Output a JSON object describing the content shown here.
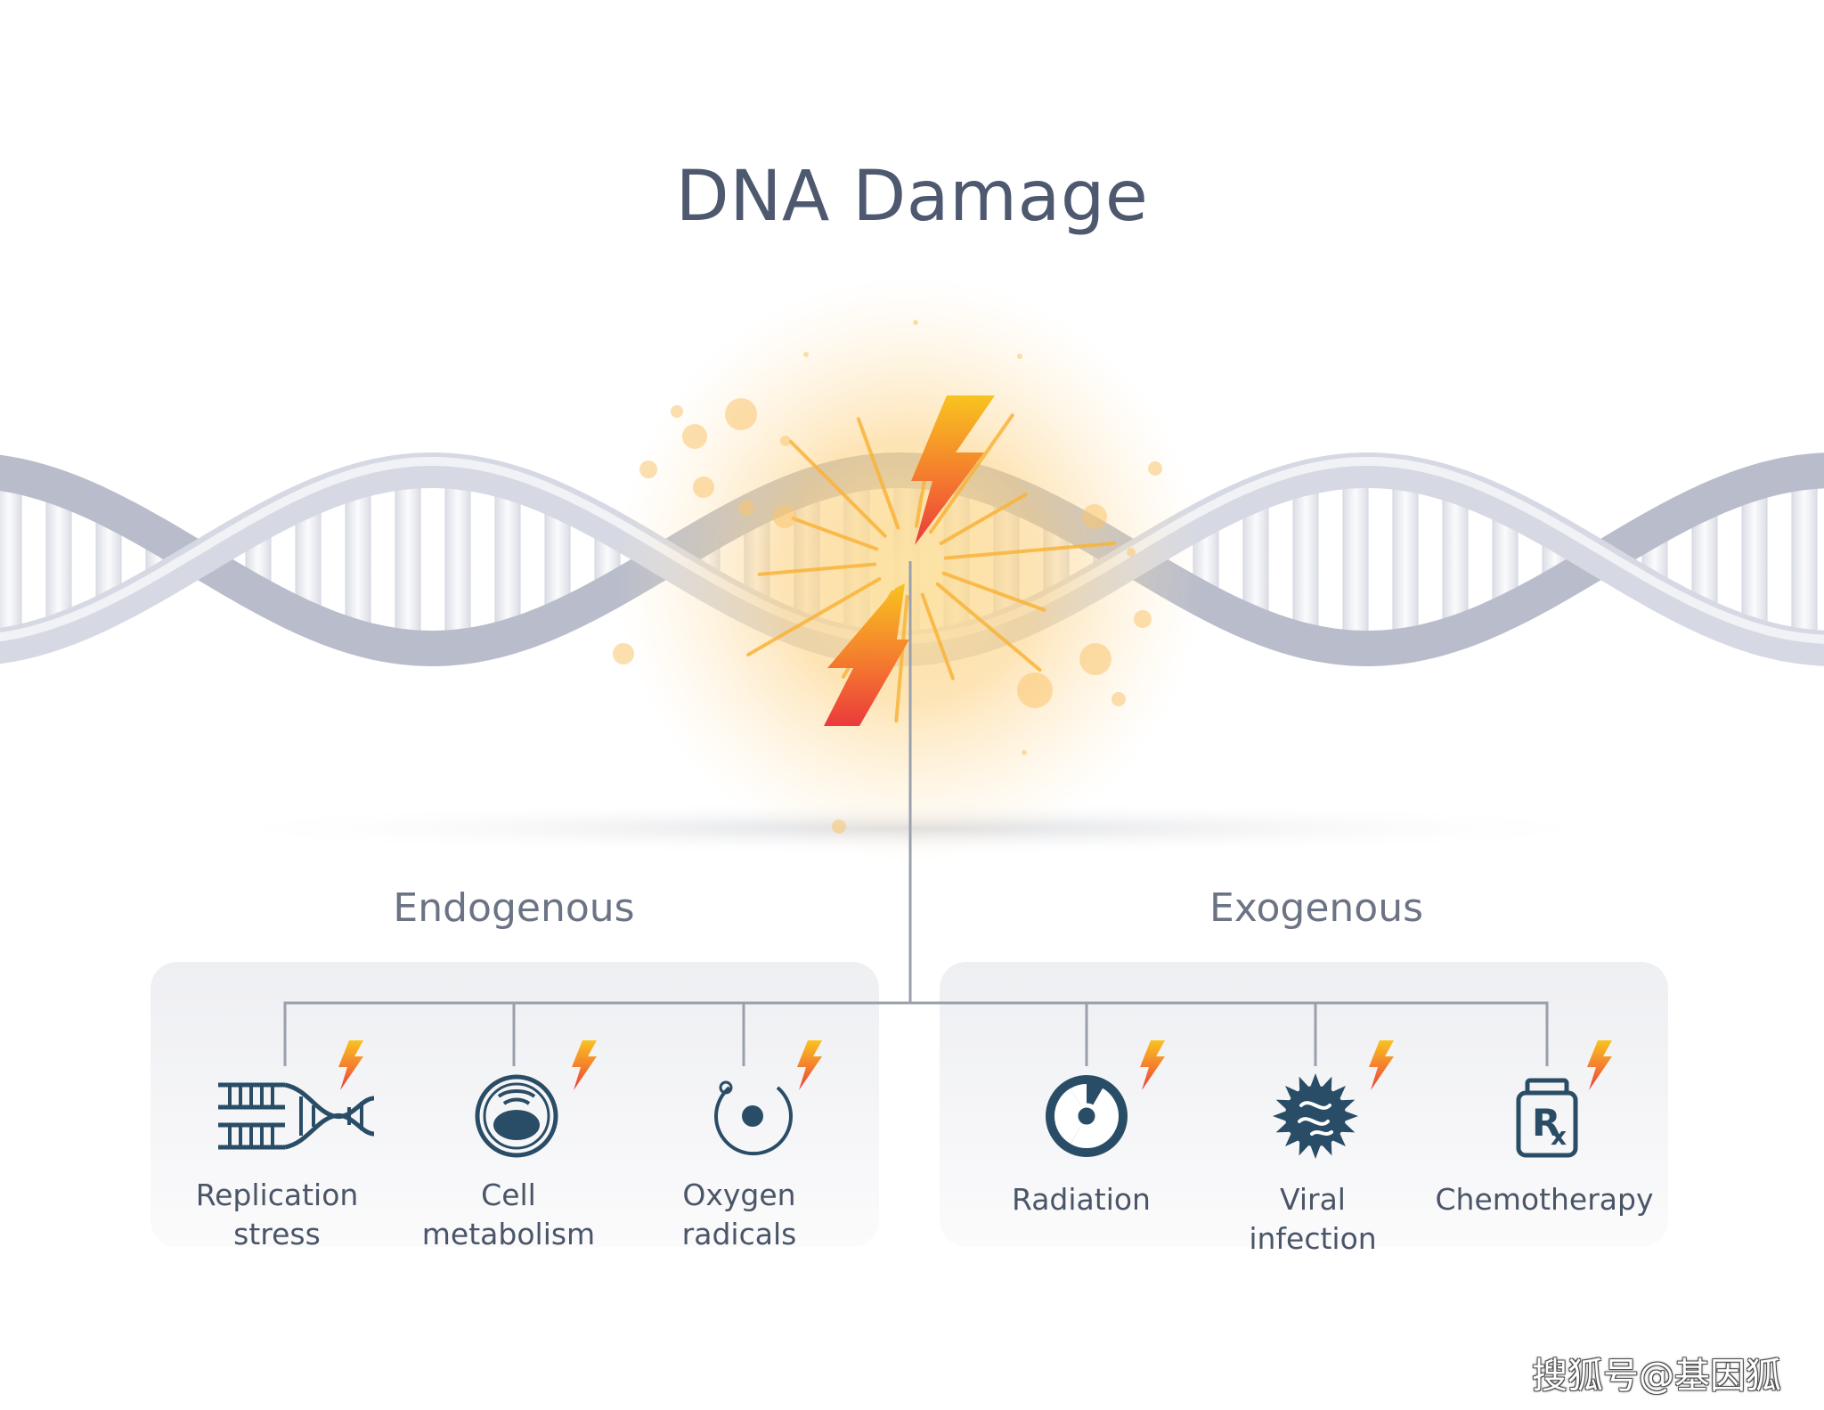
{
  "title": "DNA Damage",
  "groups": [
    {
      "heading": "Endogenous",
      "items": [
        {
          "lines": [
            "Replication",
            "stress"
          ],
          "icon": "dna-replication-icon"
        },
        {
          "lines": [
            "Cell",
            "metabolism"
          ],
          "icon": "cell-icon"
        },
        {
          "lines": [
            "Oxygen",
            "radicals"
          ],
          "icon": "oxygen-radical-icon"
        }
      ]
    },
    {
      "heading": "Exogenous",
      "items": [
        {
          "lines": [
            "Radiation"
          ],
          "icon": "radiation-icon"
        },
        {
          "lines": [
            "Viral",
            "infection"
          ],
          "icon": "virus-icon"
        },
        {
          "lines": [
            "Chemotherapy"
          ],
          "icon": "prescription-bottle-icon"
        }
      ]
    }
  ],
  "watermark": "搜狐号@基因狐",
  "colors": {
    "helix": "#c9ccd8",
    "rung": "#f2f3f7",
    "icon": "#2a4d67",
    "connector": "#9aa0ab",
    "bolt_top": "#f6b51e",
    "bolt_bottom": "#ec3f3c",
    "glow": "#fbbf53"
  }
}
